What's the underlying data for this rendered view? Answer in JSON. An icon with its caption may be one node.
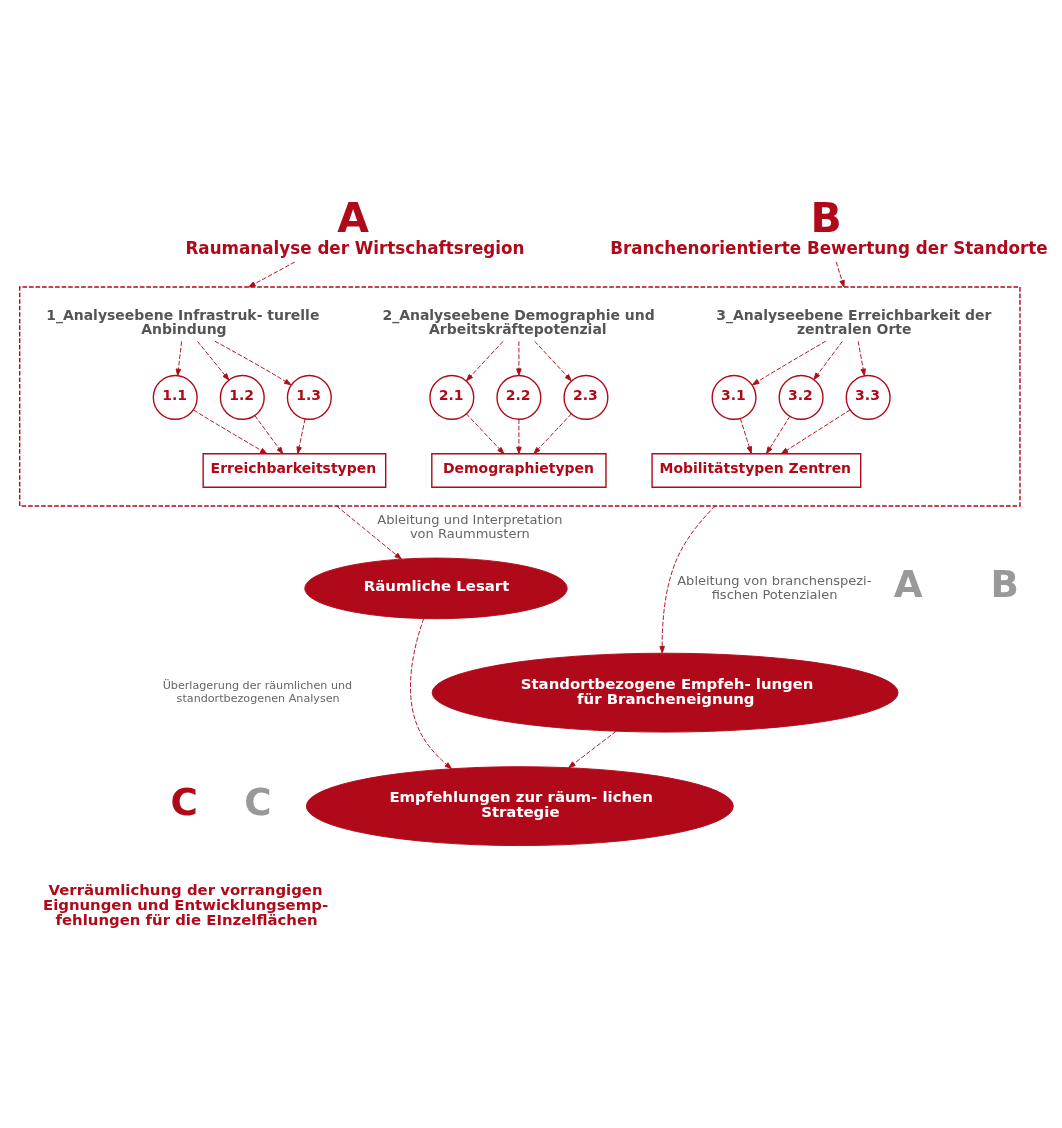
{
  "diagram": {
    "nodes": [
      {
        "text": [
          "A",
          "Raumanalyse der Wirtschaftsregion"
        ]
      },
      {
        "text": [
          "B",
          "Branchenorientierte Bewertung der Standorte"
        ]
      },
      {
        "text": [],
        "shape": "box"
      },
      {
        "text": [
          "1_Analyseebene Infrastruk- turelle Anbindung"
        ],
        "in": 2
      },
      {
        "text": [
          "1.1"
        ],
        "in": 2
      },
      {
        "text": [
          "1.2"
        ],
        "in": 2
      },
      {
        "text": [
          "1.3"
        ],
        "in": 2
      },
      {
        "text": [
          "Erreichbarkeitstypen"
        ],
        "in": 2
      },
      {
        "text": [
          "2_Analyseebene Demographie und Arbeitskräftepotenzial"
        ],
        "in": 2
      },
      {
        "text": [
          "2.1"
        ],
        "in": 2
      },
      {
        "text": [
          "2.2"
        ],
        "in": 2
      },
      {
        "text": [
          "2.3"
        ],
        "in": 2
      },
      {
        "text": [
          "Demographietypen"
        ],
        "in": 2
      },
      {
        "text": [
          "3_Analyseebene Erreichbarkeit der zentralen Orte"
        ],
        "in": 2
      },
      {
        "text": [
          "3.1"
        ],
        "in": 2
      },
      {
        "text": [
          "3.2"
        ],
        "in": 2
      },
      {
        "text": [
          "3.3"
        ],
        "in": 2
      },
      {
        "text": [
          "Mobilitätstypen Zentren"
        ],
        "in": 2
      },
      {
        "text": [
          "Räumliche Lesart"
        ]
      },
      {
        "text": [
          "Standortbezogene Empfeh- lungen für Brancheneignung"
        ]
      },
      {
        "text": [
          "Empfehlungen zur räum- lichen Strategie"
        ]
      }
    ],
    "edges": [
      {
        "from": 0,
        "to": 2,
        "arrow": "to",
        "style": "dashed"
      },
      {
        "from": 1,
        "to": 2,
        "arrow": "to",
        "style": "dashed"
      },
      {
        "from": 3,
        "to": 4,
        "arrow": "to",
        "style": "dashed"
      },
      {
        "from": 3,
        "to": 5,
        "arrow": "to",
        "style": "dashed"
      },
      {
        "from": 3,
        "to": 6,
        "arrow": "to",
        "style": "dashed"
      },
      {
        "from": 4,
        "to": 7,
        "arrow": "to",
        "style": "dashed"
      },
      {
        "from": 5,
        "to": 7,
        "arrow": "to",
        "style": "dashed"
      },
      {
        "from": 6,
        "to": 7,
        "arrow": "to",
        "style": "dashed"
      },
      {
        "from": 8,
        "to": 9,
        "arrow": "to",
        "style": "dashed"
      },
      {
        "from": 8,
        "to": 10,
        "arrow": "to",
        "style": "dashed"
      },
      {
        "from": 8,
        "to": 11,
        "arrow": "to",
        "style": "dashed"
      },
      {
        "from": 9,
        "to": 12,
        "arrow": "to",
        "style": "dashed"
      },
      {
        "from": 10,
        "to": 12,
        "arrow": "to",
        "style": "dashed"
      },
      {
        "from": 11,
        "to": 12,
        "arrow": "to",
        "style": "dashed"
      },
      {
        "from": 13,
        "to": 14,
        "arrow": "to",
        "style": "dashed"
      },
      {
        "from": 13,
        "to": 15,
        "arrow": "to",
        "style": "dashed"
      },
      {
        "from": 13,
        "to": 16,
        "arrow": "to",
        "style": "dashed"
      },
      {
        "from": 14,
        "to": 17,
        "arrow": "to",
        "style": "dashed"
      },
      {
        "from": 15,
        "to": 17,
        "arrow": "to",
        "style": "dashed"
      },
      {
        "from": 16,
        "to": 17,
        "arrow": "to",
        "style": "dashed"
      },
      {
        "from": 2,
        "to": 18,
        "arrow": "to",
        "style": "dashed",
        "label": "Ableitung und Interpretation von Raummustern"
      },
      {
        "from": 2,
        "to": 19,
        "arrow": "to",
        "style": "dashed",
        "label": "Ableitung von branchenspezi- fischen Potenzialen"
      },
      {
        "from": 18,
        "to": 20,
        "arrow": "to",
        "style": "dashed"
      },
      {
        "from": 19,
        "to": 20,
        "arrow": "to",
        "style": "dashed"
      }
    ],
    "labels": [
      "A",
      "B",
      "Überlagerung der räumlichen und standortbezogenen Analysen",
      "C",
      "C",
      "Verräumlichung der vorrangigen Eignungen und Entwicklungsemp- fehlungen für die EInzelflächen"
    ]
  }
}
